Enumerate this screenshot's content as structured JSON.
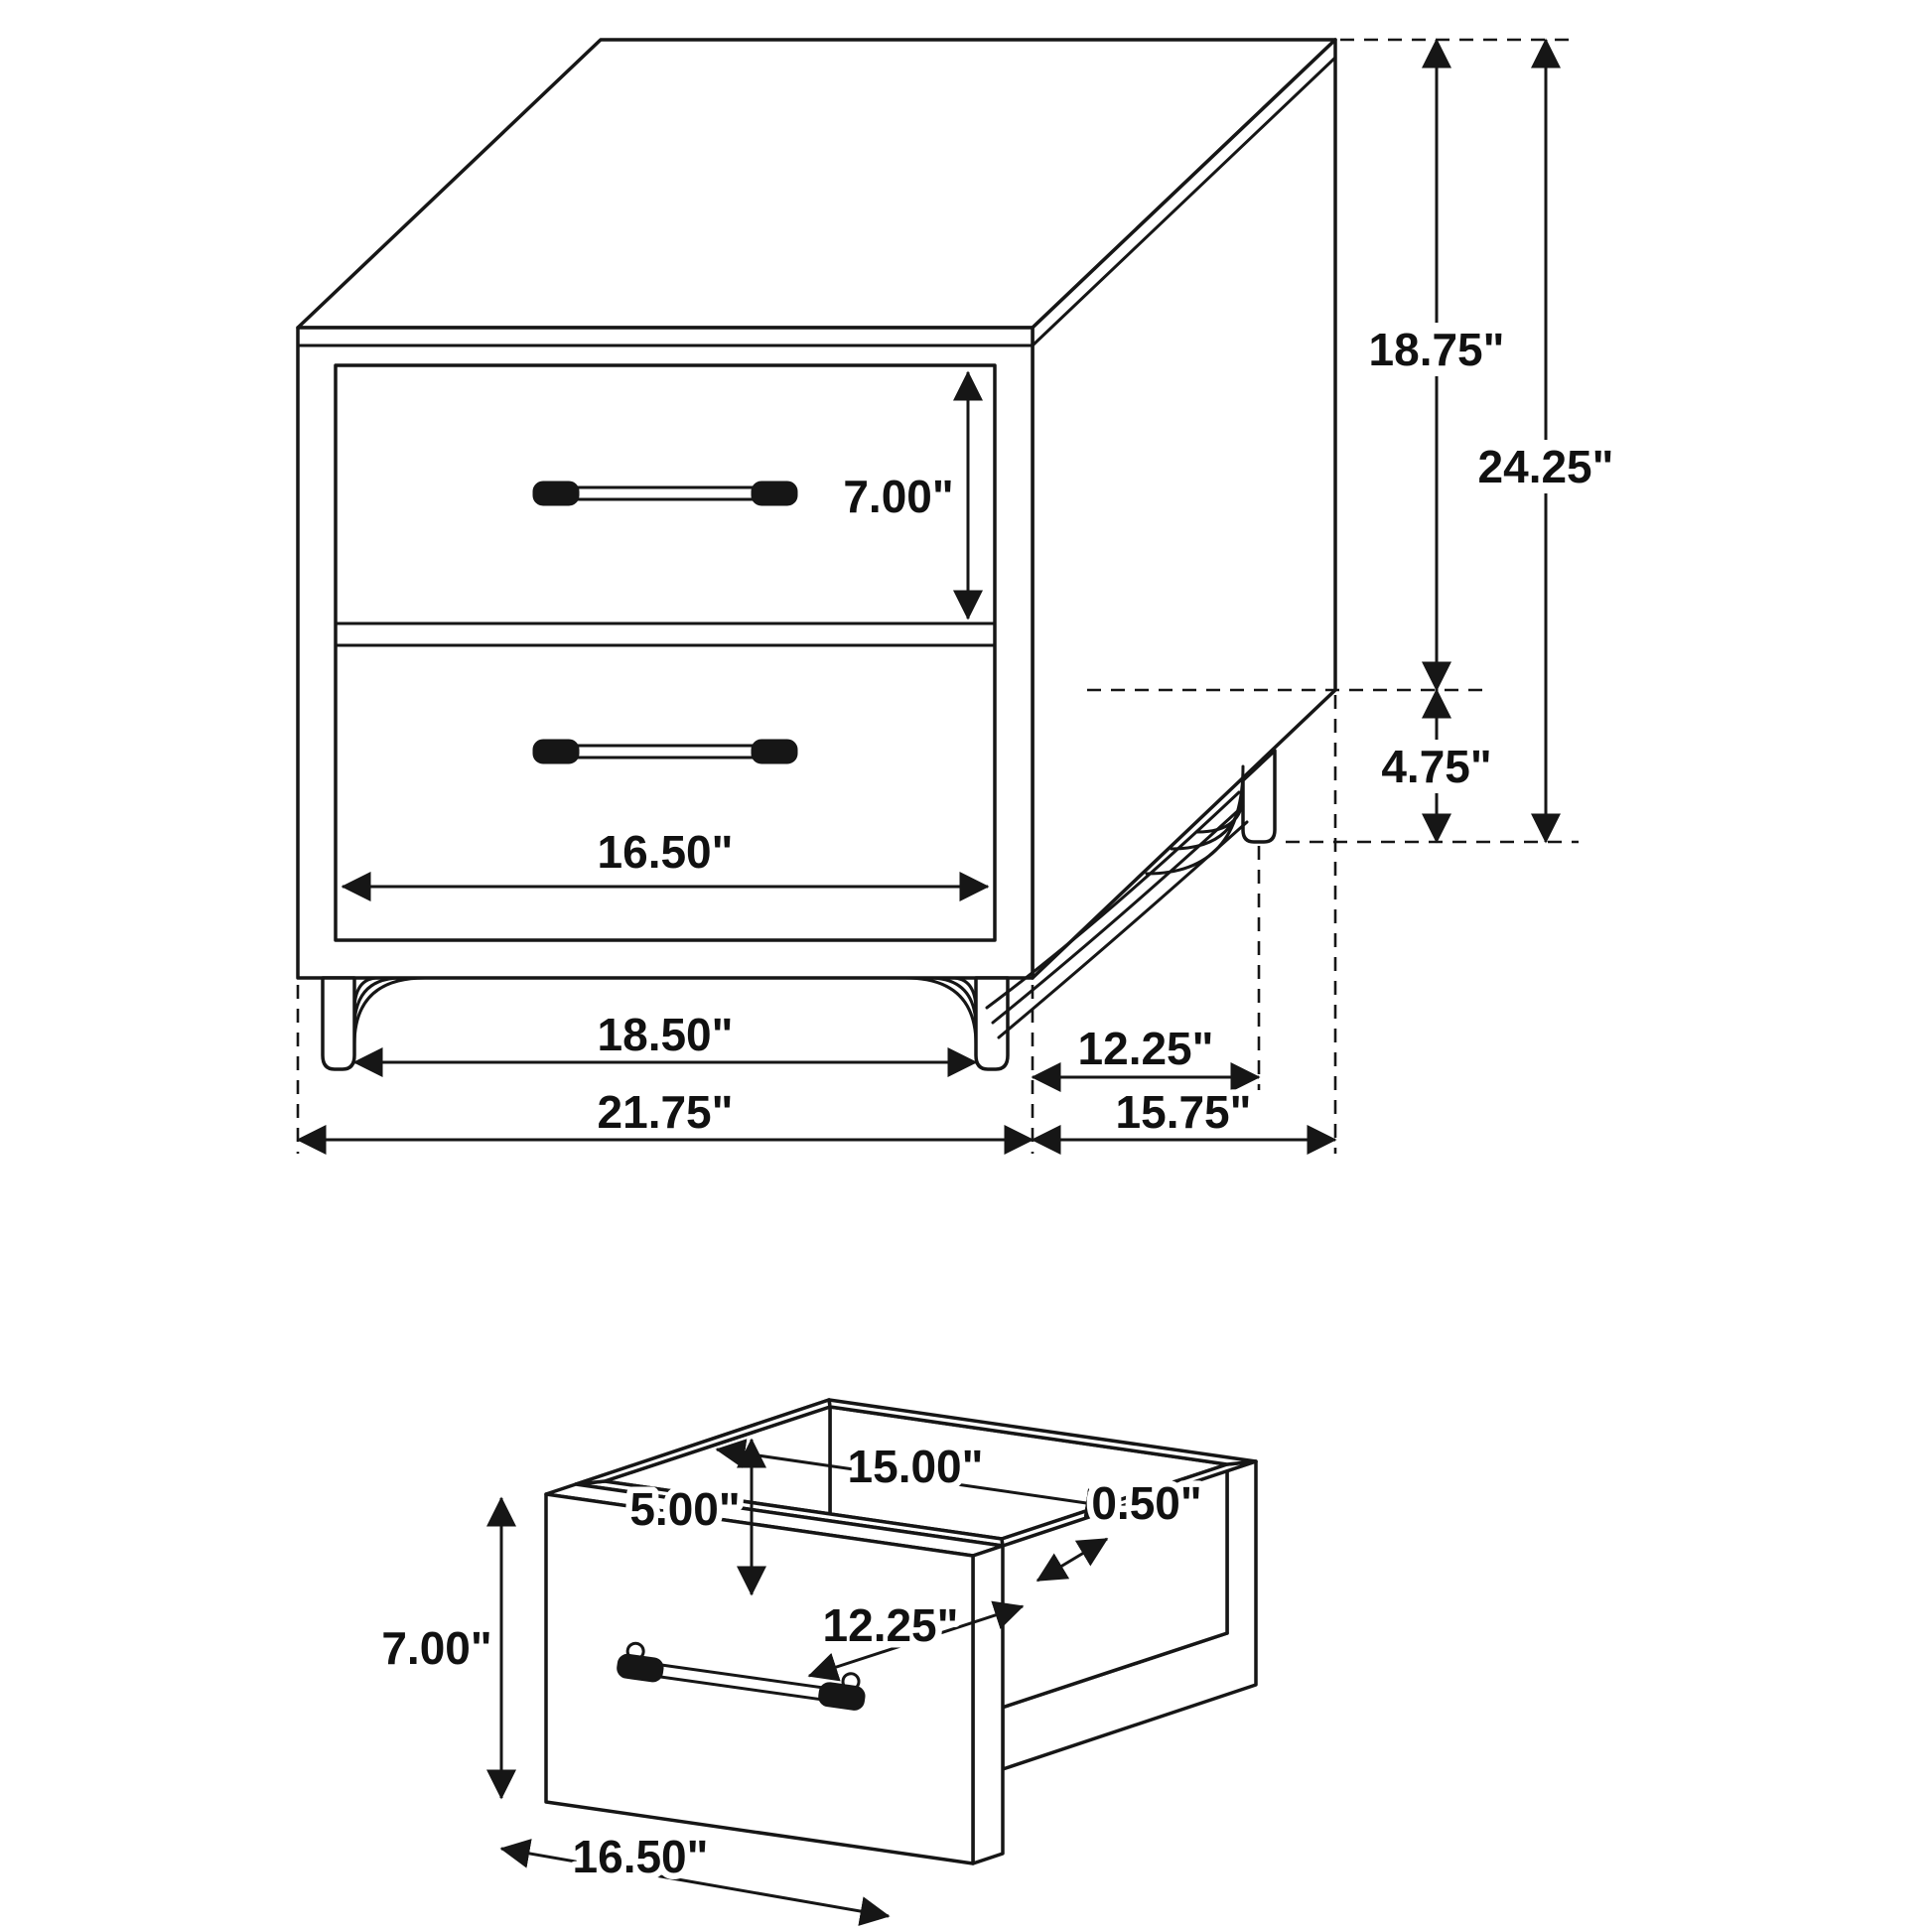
{
  "colors": {
    "line": "#161616",
    "background": "#ffffff",
    "handle_caps": "#161616"
  },
  "nightstand_view": {
    "dims": {
      "drawer_opening_height": "7.00\"",
      "drawer_front_width": "16.50\"",
      "case_height": "18.75\"",
      "overall_height": "24.25\"",
      "leg_height": "4.75\"",
      "front_leg_span": "18.50\"",
      "side_leg_span": "12.25\"",
      "overall_width": "21.75\"",
      "overall_depth": "15.75\""
    }
  },
  "drawer_view": {
    "dims": {
      "interior_height": "5.00\"",
      "interior_width": "15.00\"",
      "interior_depth": "12.25\"",
      "panel_thickness": "0.50\"",
      "front_height": "7.00\"",
      "front_width": "16.50\""
    }
  }
}
